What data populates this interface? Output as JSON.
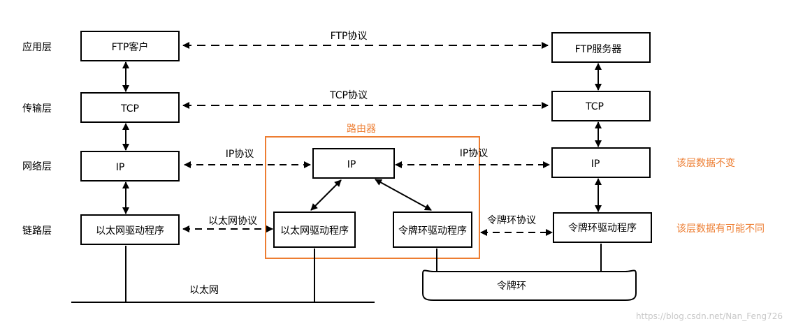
{
  "layers": {
    "application": "应用层",
    "transport": "传输层",
    "network": "网络层",
    "link": "链路层"
  },
  "hostA": {
    "ftp": "FTP客户",
    "tcp": "TCP",
    "ip": "IP",
    "driver": "以太网驱动程序"
  },
  "router": {
    "title": "路由器",
    "ip": "IP",
    "eth_driver": "以太网驱动程序",
    "token_driver": "令牌环驱动程序"
  },
  "hostB": {
    "ftp": "FTP服务器",
    "tcp": "TCP",
    "ip": "IP",
    "driver": "令牌环驱动程序"
  },
  "protocols": {
    "ftp": "FTP协议",
    "tcp": "TCP协议",
    "ip_left": "IP协议",
    "ip_right": "IP协议",
    "ethernet": "以太网协议",
    "token_ring": "令牌环协议"
  },
  "networks": {
    "ethernet": "以太网",
    "token_ring": "令牌环"
  },
  "notes": {
    "network_layer": "该层数据不变",
    "link_layer": "该层数据有可能不同"
  },
  "watermark": "https://blog.csdn.net/Nan_Feng726",
  "colors": {
    "line": "#000000",
    "accent": "#ed7d31",
    "watermark": "#c8c8c8"
  }
}
